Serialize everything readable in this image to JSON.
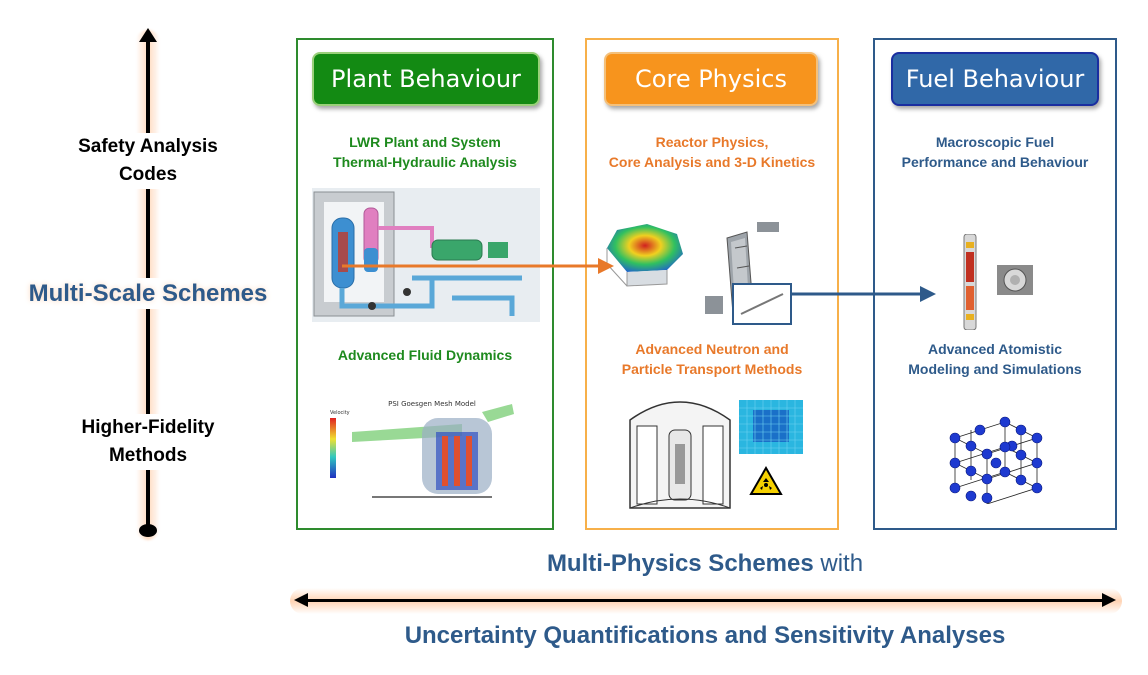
{
  "axis": {
    "top_label": [
      "Safety Analysis",
      "Codes"
    ],
    "middle_label": "Multi-Scale Schemes",
    "bottom_label": [
      "Higher-Fidelity",
      "Methods"
    ]
  },
  "panels": {
    "plant": {
      "title": "Plant Behaviour",
      "upper_caption": [
        "LWR Plant and System",
        "Thermal-Hydraulic Analysis"
      ],
      "lower_caption": "Advanced Fluid Dynamics",
      "cfd_image_title": "PSI Goesgen Mesh Model",
      "cfd_scale_label": "Velocity"
    },
    "core": {
      "title": "Core Physics",
      "upper_caption": [
        "Reactor Physics,",
        "Core Analysis and 3-D Kinetics"
      ],
      "lower_caption": [
        "Advanced  Neutron and",
        "Particle Transport Methods"
      ]
    },
    "fuel": {
      "title": "Fuel Behaviour",
      "upper_caption": [
        "Macroscopic Fuel",
        "Performance and Behaviour"
      ],
      "lower_caption": [
        "Advanced  Atomistic",
        "Modeling and Simulations"
      ]
    }
  },
  "bottom": {
    "line1_bold": "Multi-Physics Schemes",
    "line1_rest": " with",
    "line2": "Uncertainty Quantifications and Sensitivity Analyses"
  },
  "colors": {
    "green": "#1e8a1e",
    "orange": "#f7941d",
    "blue": "#2e5a8a",
    "glow": "#fbd0b0"
  }
}
